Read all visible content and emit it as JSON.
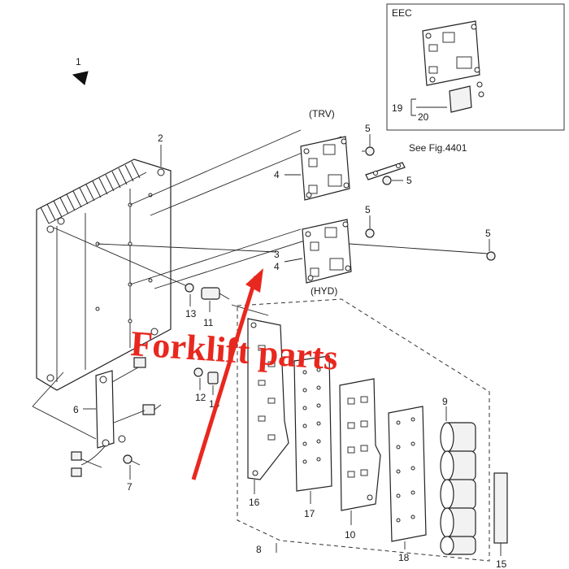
{
  "figure": {
    "callouts": [
      "1",
      "2",
      "3",
      "4",
      "4",
      "5",
      "5",
      "5",
      "5",
      "6",
      "7",
      "8",
      "9",
      "10",
      "11",
      "12",
      "13",
      "14",
      "15",
      "16",
      "17",
      "18",
      "19",
      "20"
    ],
    "labels": {
      "eec": "EEC",
      "trv": "(TRV)",
      "hyd": "(HYD)",
      "see_fig": "See Fig.4401"
    },
    "watermark": "Forklift  parts",
    "colors": {
      "watermark": "#e8281f",
      "line": "#222222"
    }
  }
}
